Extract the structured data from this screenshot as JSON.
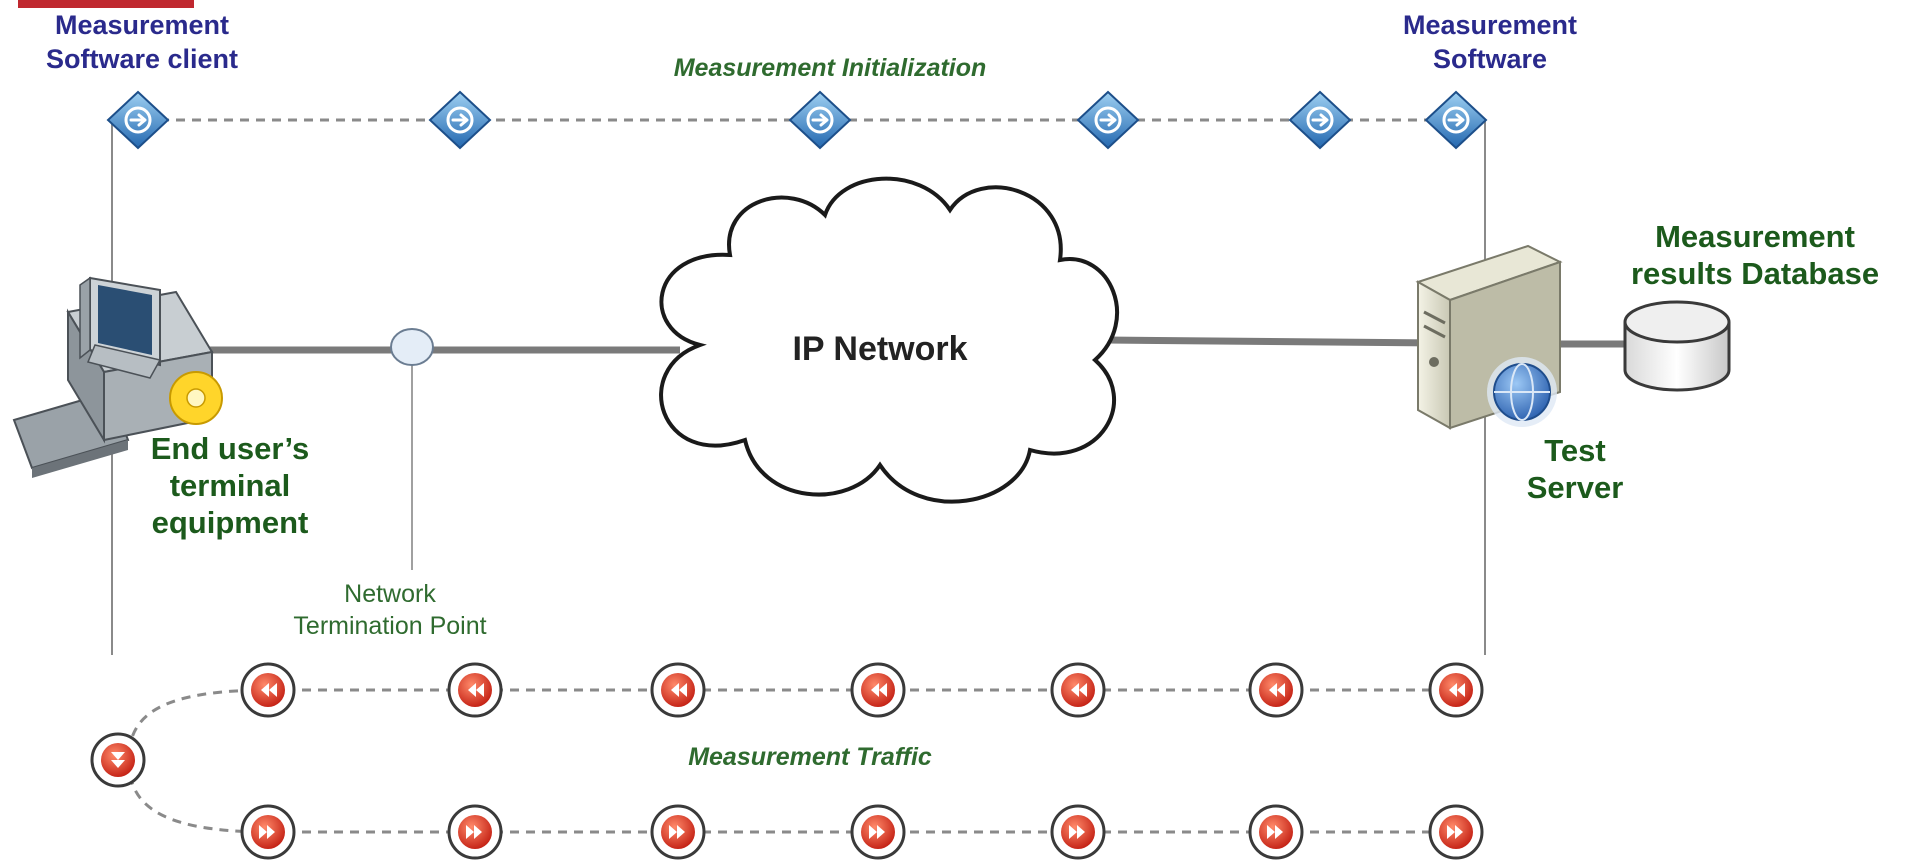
{
  "labels": {
    "client": [
      "Measurement",
      "Software client"
    ],
    "server_software": [
      "Measurement",
      "Software"
    ],
    "initialization": "Measurement Initialization",
    "cloud": "IP Network",
    "terminal": [
      "End user’s",
      "terminal",
      "equipment"
    ],
    "ntp": [
      "Network",
      "Termination Point"
    ],
    "test_server": [
      "Test",
      "Server"
    ],
    "database": [
      "Measurement",
      "results Database"
    ],
    "traffic": "Measurement Traffic"
  },
  "icons": {
    "init_marker": "diamond-arrow-icon",
    "traffic_left": "rewind-icon",
    "traffic_right": "fast-forward-icon",
    "traffic_turn": "down-arrows-icon",
    "client": "desktop-computer-icon",
    "server": "server-tower-icon",
    "database": "database-cylinder-icon",
    "network": "cloud-icon",
    "ntp": "network-node-icon"
  },
  "colors": {
    "label_blue": "#2a2a8c",
    "label_green": "#1c5a1c",
    "marker_blue": "#2f78c4",
    "marker_red": "#d23a2a",
    "link_gray": "#7a7a7a"
  }
}
